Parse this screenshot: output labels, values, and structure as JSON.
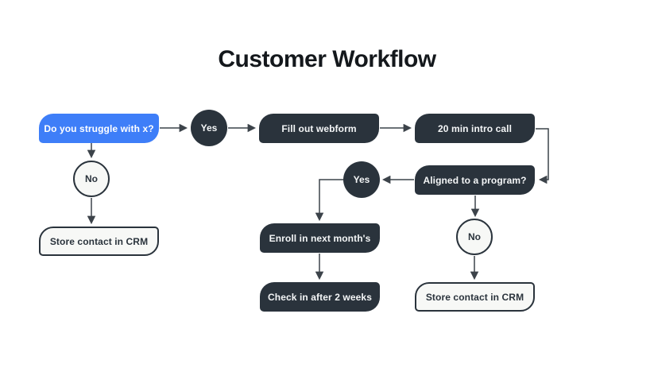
{
  "title": "Customer Workflow",
  "colors": {
    "blue": "#3e7ef8",
    "dark": "#2a333c",
    "light": "#f7f8f6",
    "line": "#3c434a",
    "ink": "#14181c"
  },
  "nodes": {
    "start": {
      "label": "Do you struggle with x?"
    },
    "yes1": {
      "label": "Yes"
    },
    "fill_webform": {
      "label": "Fill out webform"
    },
    "intro_call": {
      "label": "20 min intro call"
    },
    "aligned": {
      "label": "Aligned to a program?"
    },
    "yes2": {
      "label": "Yes"
    },
    "no1": {
      "label": "No"
    },
    "no2": {
      "label": "No"
    },
    "store_crm_left": {
      "label": "Store contact in CRM"
    },
    "enroll": {
      "label": "Enroll in next month's"
    },
    "check_in": {
      "label": "Check in after 2 weeks"
    },
    "store_crm_right": {
      "label": "Store contact in CRM"
    }
  }
}
